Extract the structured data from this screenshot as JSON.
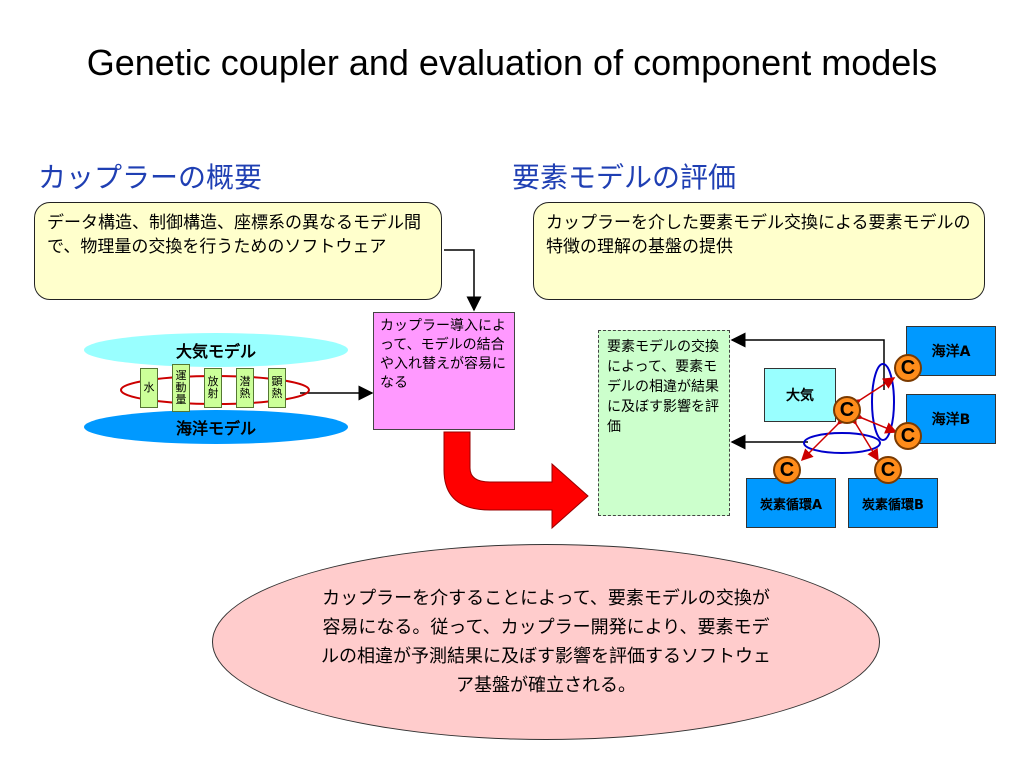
{
  "title": "Genetic coupler and evaluation of component models",
  "left": {
    "heading": "カップラーの概要",
    "box_text": "データ構造、制御構造、座標系の異なるモデル間で、物理量の交換を行うためのソフトウェア",
    "atmosphere_label": "大気モデル",
    "ocean_label": "海洋モデル",
    "exchanges": [
      "水",
      "運動量",
      "放射",
      "潜熱",
      "顕熱"
    ]
  },
  "pink_box_text": "カップラー導入によって、モデルの結合や入れ替えが容易になる",
  "right": {
    "heading": "要素モデルの評価",
    "box_text": "カップラーを介した要素モデル交換による要素モデルの特徴の理解の基盤の提供",
    "green_box_text": "要素モデルの交換によって、要素モデルの相違が結果に及ぼす影響を評価",
    "atmosphere_label": "大気",
    "ocean_a_label": "海洋A",
    "ocean_b_label": "海洋B",
    "carbon_a_label": "炭素循環A",
    "carbon_b_label": "炭素循環B",
    "coupler_label": "C"
  },
  "summary_text": "カップラーを介することによって、要素モデルの交換が容易になる。従って、カップラー開発により、要素モデルの相違が予測結果に及ぼす影響を評価するソフトウェア基盤が確立される。"
}
